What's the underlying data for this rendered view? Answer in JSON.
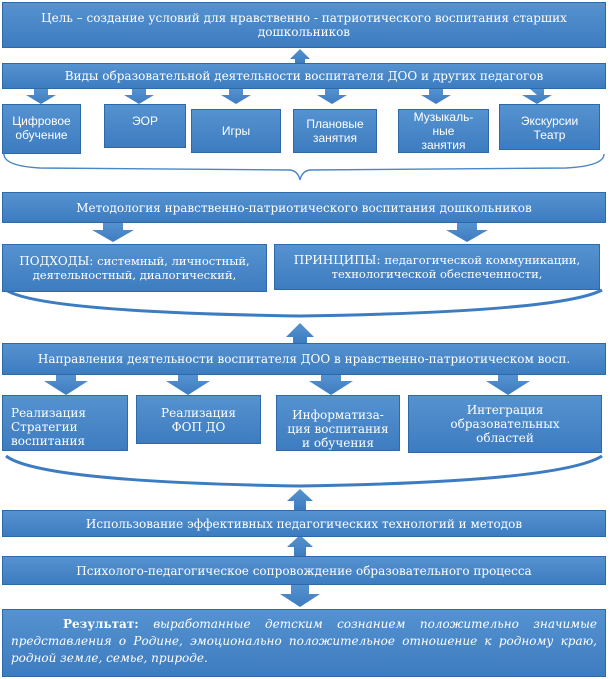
{
  "goal": "Цель – создание условий для нравственно - патриотического воспитания старших дошкольников",
  "activity_types": {
    "title": "Виды образовательной деятельности воспитателя ДОО и других педагогов",
    "items": [
      "Цифровое обучение",
      "ЭОР",
      "Игры",
      "Плановые занятия",
      "Музыкаль-ные занятия",
      "Экскурсии Театр"
    ]
  },
  "methodology": {
    "title": "Методология нравственно-патриотического воспитания дошкольников",
    "approaches": {
      "label": "ПОДХОДЫ:",
      "text": "системный, личностный, деятельностный, диалогический,"
    },
    "principles": {
      "label": "ПРИНЦИПЫ:",
      "text": "педагогической коммуникации, технологической обеспеченности,"
    }
  },
  "directions": {
    "title": "Направления деятельности воспитателя ДОО в нравственно-патриотическом восп.",
    "items": [
      "Реализация Стратегии воспитания",
      "Реализация ФОП ДО",
      "Информатиза-ция воспитания и обучения",
      "Интеграция образовательных областей"
    ]
  },
  "technologies": "Использование эффективных педагогических технологий и методов",
  "support": "Психолого-педагогическое сопровождение образовательного процесса",
  "result": {
    "label": "Результат:",
    "text": "выработанные детским сознанием положительно значимые представления о Родине, эмоционально положительное отношение к родному краю, родной земле, семье, природе."
  },
  "colors": {
    "box_fill": "#4a86c8",
    "box_border": "#2f6aa8",
    "arrow": "#3d7cc0",
    "text": "#ffffff"
  }
}
